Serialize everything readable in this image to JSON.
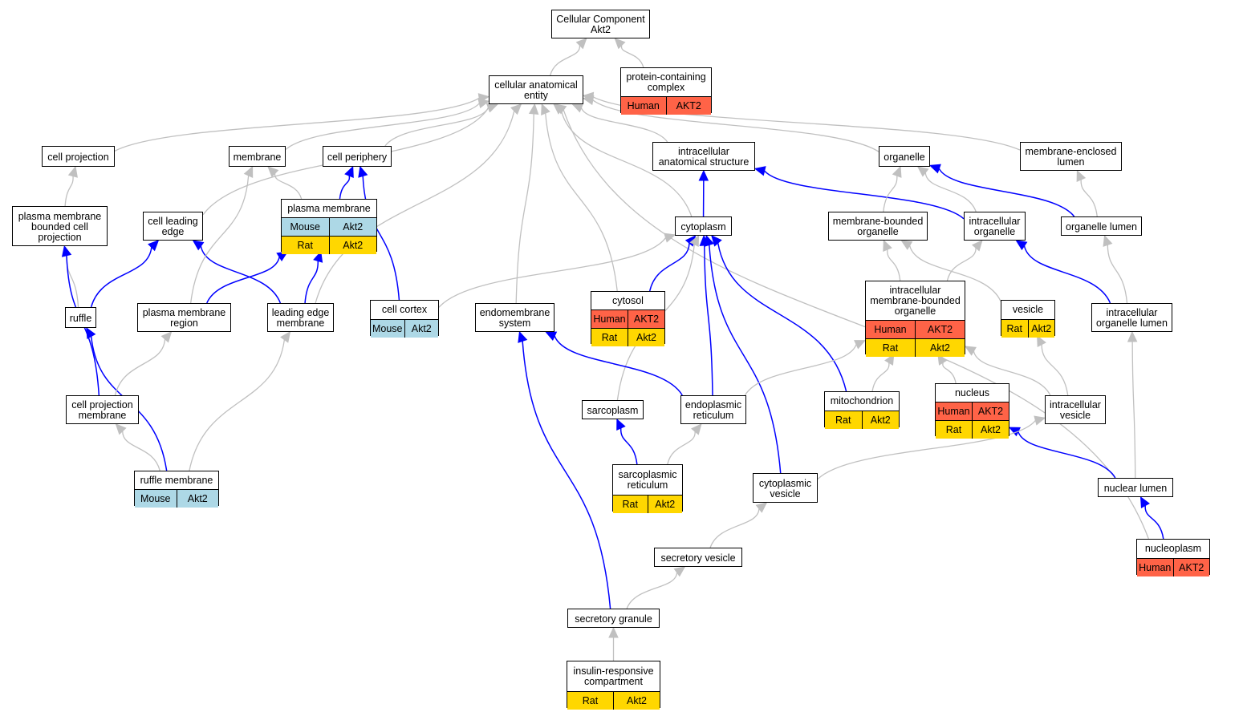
{
  "colors": {
    "is_a_edge": "#c0c0c0",
    "part_of_edge": "#0000ff",
    "human": "#ff6347",
    "mouse": "#add8e6",
    "rat": "#ffd700",
    "node_border": "#000000"
  },
  "nodes": {
    "root": {
      "label": "Cellular Component\nAkt2",
      "rows": []
    },
    "cae": {
      "label": "cellular anatomical\nentity",
      "rows": []
    },
    "pcc": {
      "label": "protein-containing\ncomplex",
      "rows": [
        {
          "species": "Human",
          "gene": "AKT2",
          "color": "human"
        }
      ]
    },
    "cellproj": {
      "label": "cell projection",
      "rows": []
    },
    "membrane": {
      "label": "membrane",
      "rows": []
    },
    "cellperiph": {
      "label": "cell periphery",
      "rows": []
    },
    "ias": {
      "label": "intracellular\nanatomical structure",
      "rows": []
    },
    "organelle": {
      "label": "organelle",
      "rows": []
    },
    "mel": {
      "label": "membrane-enclosed\nlumen",
      "rows": []
    },
    "pmbcp": {
      "label": "plasma membrane\nbounded cell\nprojection",
      "rows": []
    },
    "cle": {
      "label": "cell leading\nedge",
      "rows": []
    },
    "pm": {
      "label": "plasma membrane",
      "rows": [
        {
          "species": "Mouse",
          "gene": "Akt2",
          "color": "mouse"
        },
        {
          "species": "Rat",
          "gene": "Akt2",
          "color": "rat"
        }
      ]
    },
    "cytoplasm": {
      "label": "cytoplasm",
      "rows": []
    },
    "mbo": {
      "label": "membrane-bounded\norganelle",
      "rows": []
    },
    "io": {
      "label": "intracellular\norganelle",
      "rows": []
    },
    "olumen": {
      "label": "organelle lumen",
      "rows": []
    },
    "ruffle": {
      "label": "ruffle",
      "rows": []
    },
    "pmr": {
      "label": "plasma membrane\nregion",
      "rows": []
    },
    "lem": {
      "label": "leading edge\nmembrane",
      "rows": []
    },
    "cortex": {
      "label": "cell cortex",
      "rows": [
        {
          "species": "Mouse",
          "gene": "Akt2",
          "color": "mouse"
        }
      ]
    },
    "endo": {
      "label": "endomembrane\nsystem",
      "rows": []
    },
    "cytosol": {
      "label": "cytosol",
      "rows": [
        {
          "species": "Human",
          "gene": "AKT2",
          "color": "human"
        },
        {
          "species": "Rat",
          "gene": "Akt2",
          "color": "rat"
        }
      ]
    },
    "imbo": {
      "label": "intracellular\nmembrane-bounded\norganelle",
      "rows": [
        {
          "species": "Human",
          "gene": "AKT2",
          "color": "human"
        },
        {
          "species": "Rat",
          "gene": "Akt2",
          "color": "rat"
        }
      ]
    },
    "vesicle": {
      "label": "vesicle",
      "rows": [
        {
          "species": "Rat",
          "gene": "Akt2",
          "color": "rat"
        }
      ]
    },
    "iol": {
      "label": "intracellular\norganelle lumen",
      "rows": []
    },
    "cpm": {
      "label": "cell projection\nmembrane",
      "rows": []
    },
    "sarcoplasm": {
      "label": "sarcoplasm",
      "rows": []
    },
    "er": {
      "label": "endoplasmic\nreticulum",
      "rows": []
    },
    "mito": {
      "label": "mitochondrion",
      "rows": [
        {
          "species": "Rat",
          "gene": "Akt2",
          "color": "rat"
        }
      ]
    },
    "nucleus": {
      "label": "nucleus",
      "rows": [
        {
          "species": "Human",
          "gene": "AKT2",
          "color": "human"
        },
        {
          "species": "Rat",
          "gene": "Akt2",
          "color": "rat"
        }
      ]
    },
    "iv": {
      "label": "intracellular\nvesicle",
      "rows": []
    },
    "ruffm": {
      "label": "ruffle membrane",
      "rows": [
        {
          "species": "Mouse",
          "gene": "Akt2",
          "color": "mouse"
        }
      ]
    },
    "sr": {
      "label": "sarcoplasmic\nreticulum",
      "rows": [
        {
          "species": "Rat",
          "gene": "Akt2",
          "color": "rat"
        }
      ]
    },
    "cv": {
      "label": "cytoplasmic\nvesicle",
      "rows": []
    },
    "nl": {
      "label": "nuclear lumen",
      "rows": []
    },
    "sv": {
      "label": "secretory vesicle",
      "rows": []
    },
    "np": {
      "label": "nucleoplasm",
      "rows": [
        {
          "species": "Human",
          "gene": "AKT2",
          "color": "human"
        }
      ]
    },
    "sg": {
      "label": "secretory granule",
      "rows": []
    },
    "irc": {
      "label": "insulin-responsive\ncompartment",
      "rows": [
        {
          "species": "Rat",
          "gene": "Akt2",
          "color": "rat"
        }
      ]
    }
  },
  "edges": [
    {
      "from": "cae",
      "to": "root",
      "kind": "is_a"
    },
    {
      "from": "pcc",
      "to": "root",
      "kind": "is_a"
    },
    {
      "from": "cellproj",
      "to": "cae",
      "kind": "is_a"
    },
    {
      "from": "membrane",
      "to": "cae",
      "kind": "is_a"
    },
    {
      "from": "cellperiph",
      "to": "cae",
      "kind": "is_a"
    },
    {
      "from": "ias",
      "to": "cae",
      "kind": "is_a"
    },
    {
      "from": "organelle",
      "to": "cae",
      "kind": "is_a"
    },
    {
      "from": "mel",
      "to": "cae",
      "kind": "is_a"
    },
    {
      "from": "cle",
      "to": "cae",
      "kind": "is_a"
    },
    {
      "from": "endo",
      "to": "cae",
      "kind": "is_a"
    },
    {
      "from": "cytosol",
      "to": "cae",
      "kind": "is_a"
    },
    {
      "from": "cytoplasm",
      "to": "cae",
      "kind": "is_a"
    },
    {
      "from": "lem",
      "to": "cae",
      "kind": "is_a"
    },
    {
      "from": "np",
      "to": "cae",
      "kind": "is_a"
    },
    {
      "from": "pmbcp",
      "to": "cellproj",
      "kind": "is_a"
    },
    {
      "from": "pm",
      "to": "membrane",
      "kind": "is_a"
    },
    {
      "from": "pm",
      "to": "cellperiph",
      "kind": "part_of"
    },
    {
      "from": "cortex",
      "to": "cellperiph",
      "kind": "part_of"
    },
    {
      "from": "cytoplasm",
      "to": "ias",
      "kind": "part_of"
    },
    {
      "from": "io",
      "to": "ias",
      "kind": "part_of"
    },
    {
      "from": "mbo",
      "to": "organelle",
      "kind": "is_a"
    },
    {
      "from": "io",
      "to": "organelle",
      "kind": "is_a"
    },
    {
      "from": "olumen",
      "to": "organelle",
      "kind": "part_of"
    },
    {
      "from": "olumen",
      "to": "mel",
      "kind": "is_a"
    },
    {
      "from": "ruffle",
      "to": "pmbcp",
      "kind": "is_a"
    },
    {
      "from": "cpm",
      "to": "pmbcp",
      "kind": "part_of"
    },
    {
      "from": "ruffle",
      "to": "cle",
      "kind": "part_of"
    },
    {
      "from": "lem",
      "to": "cle",
      "kind": "part_of"
    },
    {
      "from": "pmr",
      "to": "membrane",
      "kind": "is_a"
    },
    {
      "from": "pmr",
      "to": "pm",
      "kind": "part_of"
    },
    {
      "from": "lem",
      "to": "pm",
      "kind": "part_of"
    },
    {
      "from": "cortex",
      "to": "cytoplasm",
      "kind": "is_a"
    },
    {
      "from": "cytosol",
      "to": "cytoplasm",
      "kind": "part_of"
    },
    {
      "from": "er",
      "to": "cytoplasm",
      "kind": "part_of"
    },
    {
      "from": "cv",
      "to": "cytoplasm",
      "kind": "part_of"
    },
    {
      "from": "mito",
      "to": "cytoplasm",
      "kind": "part_of"
    },
    {
      "from": "sarcoplasm",
      "to": "cytoplasm",
      "kind": "is_a"
    },
    {
      "from": "imbo",
      "to": "mbo",
      "kind": "is_a"
    },
    {
      "from": "vesicle",
      "to": "mbo",
      "kind": "is_a"
    },
    {
      "from": "imbo",
      "to": "io",
      "kind": "is_a"
    },
    {
      "from": "iol",
      "to": "olumen",
      "kind": "is_a"
    },
    {
      "from": "iol",
      "to": "io",
      "kind": "part_of"
    },
    {
      "from": "ruffm",
      "to": "ruffle",
      "kind": "part_of"
    },
    {
      "from": "cpm",
      "to": "pmr",
      "kind": "is_a"
    },
    {
      "from": "ruffm",
      "to": "lem",
      "kind": "is_a"
    },
    {
      "from": "ruffm",
      "to": "cpm",
      "kind": "is_a"
    },
    {
      "from": "er",
      "to": "endo",
      "kind": "part_of"
    },
    {
      "from": "sg",
      "to": "endo",
      "kind": "part_of"
    },
    {
      "from": "er",
      "to": "imbo",
      "kind": "is_a"
    },
    {
      "from": "mito",
      "to": "imbo",
      "kind": "is_a"
    },
    {
      "from": "nucleus",
      "to": "imbo",
      "kind": "is_a"
    },
    {
      "from": "iv",
      "to": "imbo",
      "kind": "is_a"
    },
    {
      "from": "iv",
      "to": "vesicle",
      "kind": "is_a"
    },
    {
      "from": "nl",
      "to": "iol",
      "kind": "is_a"
    },
    {
      "from": "sr",
      "to": "sarcoplasm",
      "kind": "part_of"
    },
    {
      "from": "sr",
      "to": "er",
      "kind": "is_a"
    },
    {
      "from": "nl",
      "to": "nucleus",
      "kind": "part_of"
    },
    {
      "from": "cv",
      "to": "iv",
      "kind": "is_a"
    },
    {
      "from": "np",
      "to": "nl",
      "kind": "part_of"
    },
    {
      "from": "sv",
      "to": "cv",
      "kind": "is_a"
    },
    {
      "from": "sg",
      "to": "sv",
      "kind": "is_a"
    },
    {
      "from": "irc",
      "to": "sg",
      "kind": "is_a"
    }
  ]
}
